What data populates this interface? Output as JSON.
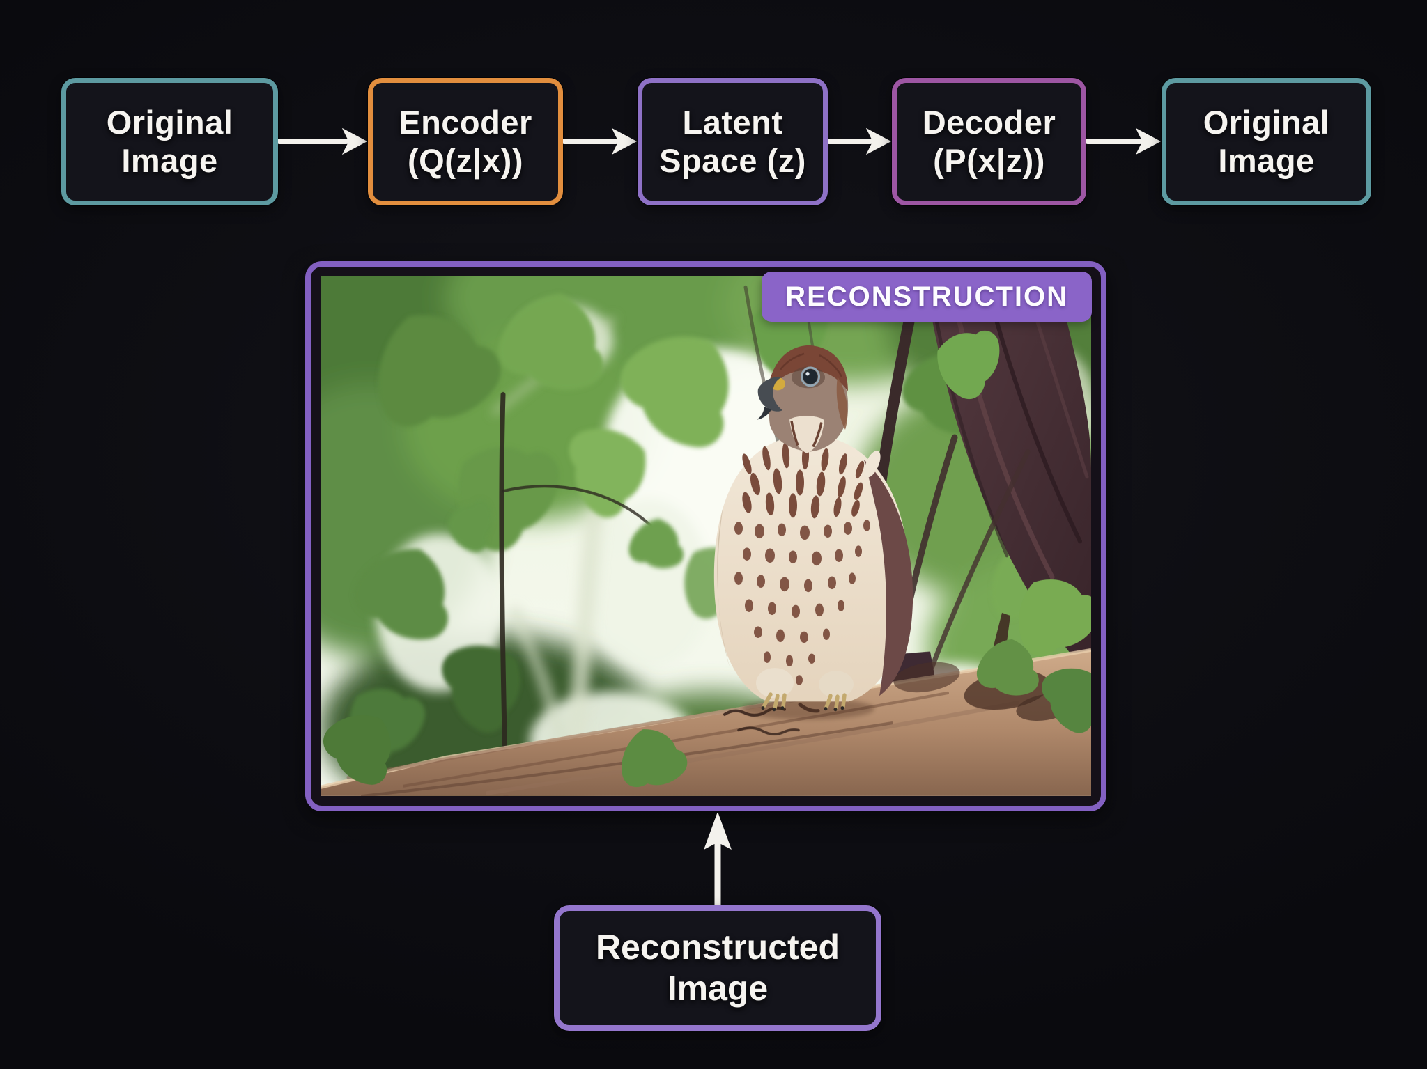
{
  "colors": {
    "teal": "#5d9aa1",
    "orange": "#e28e3e",
    "purple": "#8e71c6",
    "magenta": "#9d56a3",
    "frame_purple": "#8360c2",
    "box_purple": "#9476cd",
    "badge_bg": "#8a64c8",
    "node_bg": "#14141b",
    "arrow": "#f3f1ec",
    "text": "#f6f4f0"
  },
  "pipeline": {
    "nodes": [
      {
        "label_line1": "Original",
        "label_line2": "Image",
        "color": "teal"
      },
      {
        "label_line1": "Encoder",
        "label_line2": "(Q(z|x))",
        "color": "orange"
      },
      {
        "label_line1": "Latent",
        "label_line2": "Space (z)",
        "color": "purple"
      },
      {
        "label_line1": "Decoder",
        "label_line2": "(P(x|z))",
        "color": "magenta"
      },
      {
        "label_line1": "Original",
        "label_line2": "Image",
        "color": "teal"
      }
    ]
  },
  "reconstruction": {
    "badge_label": "RECONSTRUCTION"
  },
  "reconstructed_box": {
    "label_line1": "Reconstructed",
    "label_line2": "Image"
  }
}
